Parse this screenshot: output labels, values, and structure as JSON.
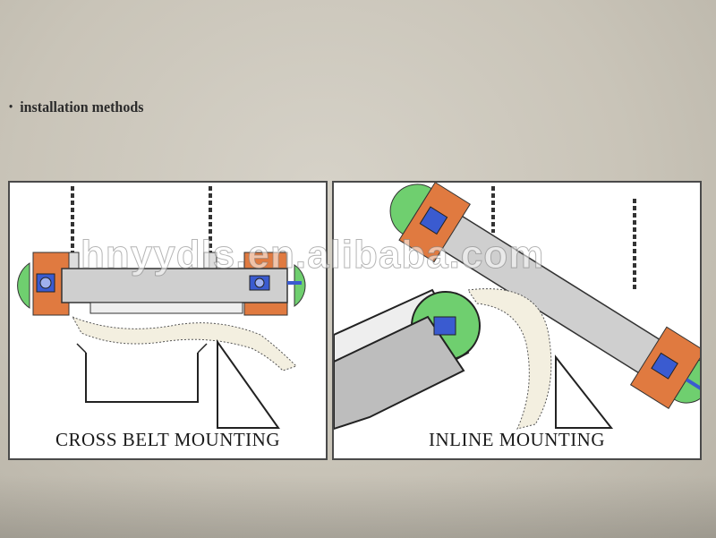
{
  "slide": {
    "bullet_text": "installation methods"
  },
  "panels": {
    "left_caption": "CROSS BELT MOUNTING",
    "right_caption": "INLINE MOUNTING"
  },
  "watermark": "hnyydls.en.alibaba.com",
  "colors": {
    "orange_block": "#e07a40",
    "green_pulley": "#6fcf6f",
    "gray_housing": "#cfcfcf",
    "blue_bearing": "#3a5bd0"
  }
}
